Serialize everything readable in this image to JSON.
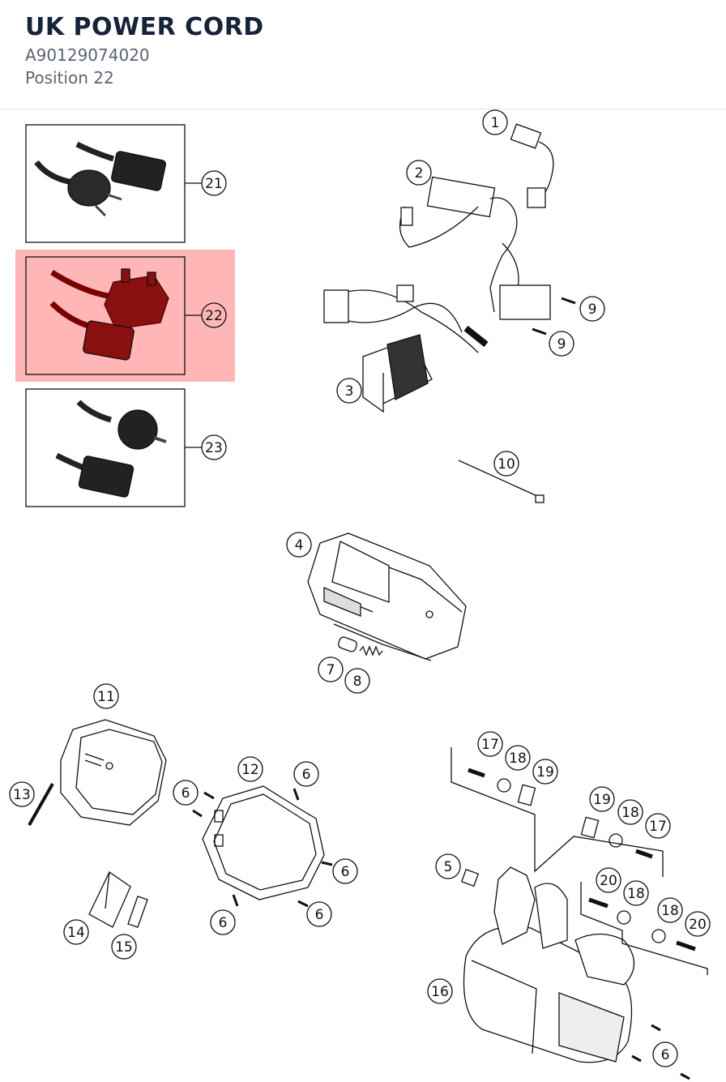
{
  "header": {
    "title": "UK POWER CORD",
    "part_number": "A90129074020",
    "position": "Position 22"
  },
  "selected_callout": "22",
  "callouts": [
    "1",
    "2",
    "3",
    "4",
    "5",
    "6",
    "7",
    "8",
    "9",
    "10",
    "11",
    "12",
    "13",
    "14",
    "15",
    "16",
    "17",
    "18",
    "19",
    "20",
    "21",
    "22",
    "23"
  ],
  "colors": {
    "highlight": "#ff9e9e",
    "ink": "#111111",
    "title": "#17233a",
    "subtitle": "#5c6373"
  }
}
